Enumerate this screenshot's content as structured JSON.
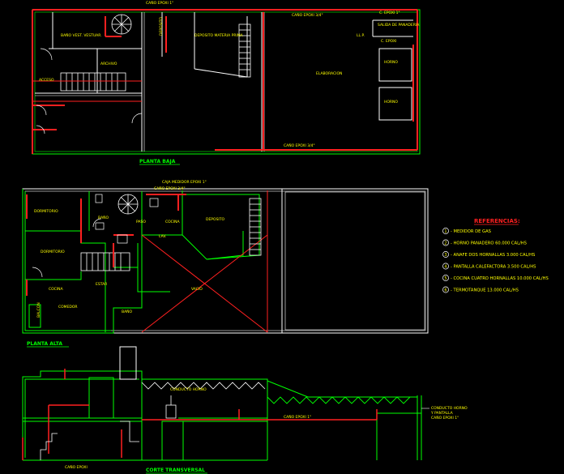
{
  "colors": {
    "background": "#000000",
    "wall": "#00ff00",
    "gas": "#ff2020",
    "label": "#ffff00",
    "white": "#ffffff",
    "title": "#00ff00"
  },
  "ground_floor": {
    "title": "PLANTA BAJA",
    "pipe_labels": {
      "top": "CAÑO EPOXI 1\"",
      "top_mid": "CAÑO EPOXI 3/4\"",
      "bottom_mid": "CAÑO EPOXI 3/4\"",
      "right": "C. EPOXI 1\"",
      "right_mid": "C. EPOXI"
    },
    "rooms": {
      "room_left": "BAÑO\nVEST.\nVESTUAR.",
      "acceso": "ACCESO",
      "archivo": "ARCHIVO",
      "deposito1": "DEPOSITO",
      "deposito2": "DEPOSITO\nMATERIA\nPRIMA",
      "elaboracion": "ELABORACION",
      "salida": "SALIDA DE\nPANADERIA",
      "llave": "LL.P.",
      "horno1": "HORNO",
      "horno2": "HORNO"
    }
  },
  "upper_floor": {
    "title": "PLANTA ALTA",
    "pipe_labels": {
      "top": "CAJA MEDIDOR EPOXI 1\"",
      "top2": "CAÑO EPOXI 3/4\""
    },
    "rooms": {
      "dormitorio1": "DORMITORIO",
      "dormitorio2": "DORMITORIO",
      "bano": "BAÑO",
      "paso": "PASO",
      "cocina": "COCINA",
      "deposito": "DEPOSITO",
      "lavadero": "LAV.",
      "estar": "ESTAR",
      "cocina2": "COCINA",
      "comedor": "COMEDOR",
      "vacio": "VACIO",
      "bano2": "BAÑO",
      "balcon": "BALCON"
    }
  },
  "section": {
    "title": "CORTE TRANSVERSAL",
    "labels": {
      "chimney": "CONDUCTO HORNO",
      "pipe": "CAÑO EPOXI 1\"",
      "bottom": "CAÑO EPOXI",
      "right1": "CONDUCTO HORNO",
      "right2": "Y PANTALLA",
      "right3": "CAÑO EPOXI 1\""
    }
  },
  "references": {
    "title": "REFERENCIAS:",
    "items": [
      {
        "num": "1",
        "text": "- MEDIDOR DE GAS"
      },
      {
        "num": "2",
        "text": "- HORNO PANADERO 60.000 CAL/HS"
      },
      {
        "num": "3",
        "text": "- ANAFE DOS HORNALLAS 3.000 CAL/HS"
      },
      {
        "num": "4",
        "text": "- PANTALLA CALEFACTORA 3.500 CAL/HS"
      },
      {
        "num": "5",
        "text": "- COCINA CUATRO HORNALLAS 10.000 CAL/HS"
      },
      {
        "num": "6",
        "text": "- TERMOTANQUE 13.000 CAL/HS"
      }
    ]
  }
}
